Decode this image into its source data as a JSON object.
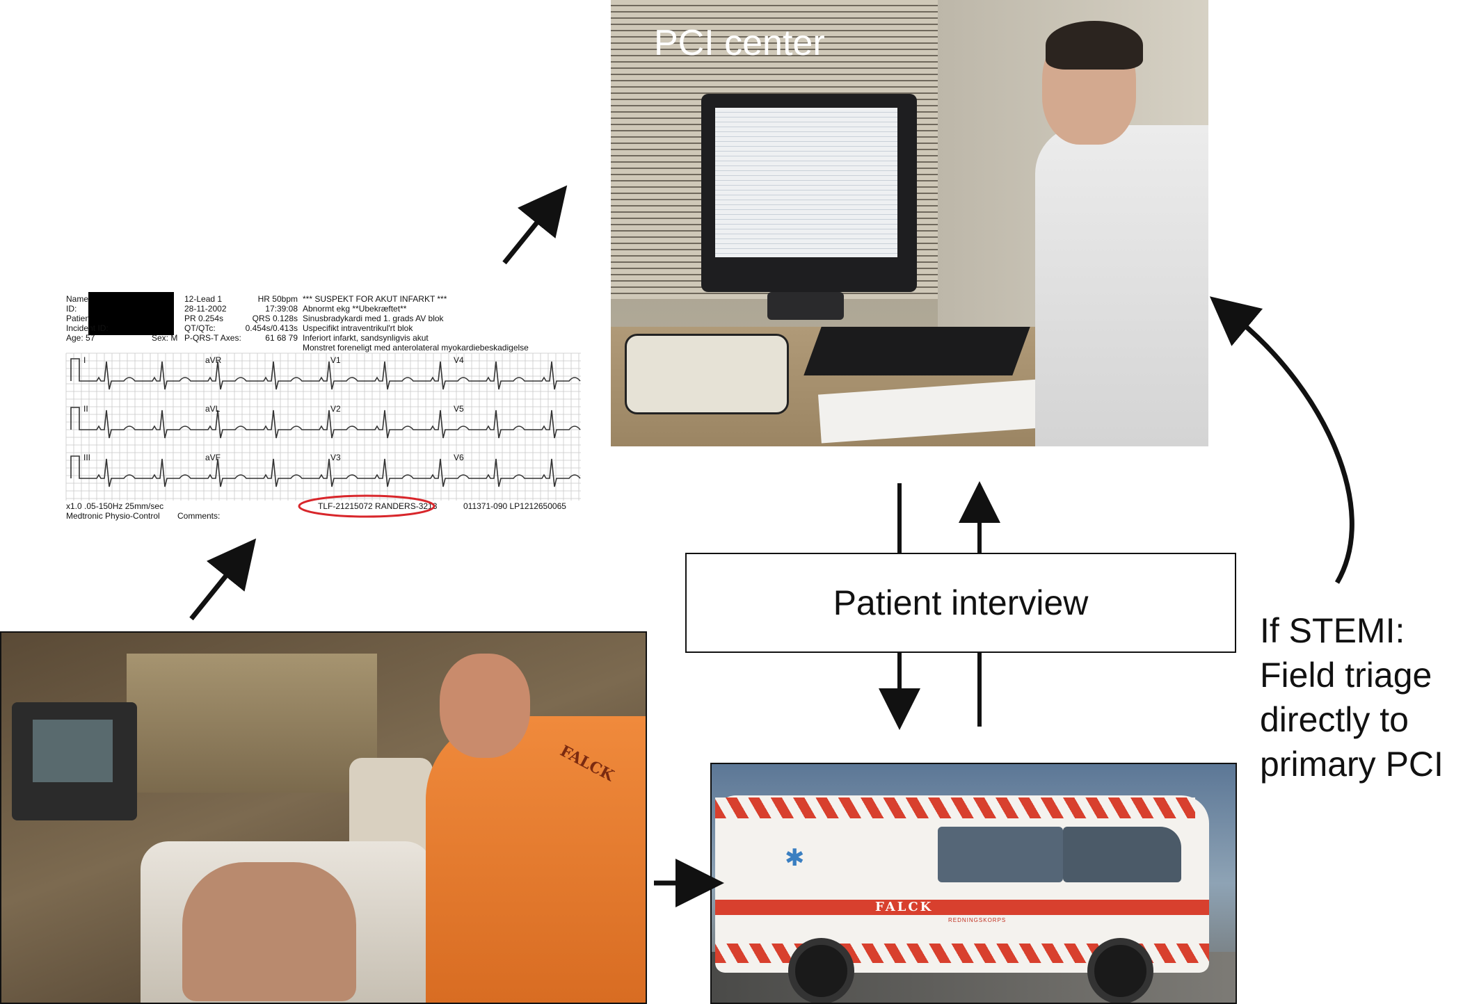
{
  "pci_center": {
    "label": "PCI center"
  },
  "ecg": {
    "header_col1": [
      "Name",
      "ID:",
      "Patien",
      "Incident ID:",
      "Age: 57"
    ],
    "sex": "Sex: M",
    "header_col2": [
      "12-Lead 1",
      "28-11-2002",
      "PR 0.254s",
      "QT/QTc:",
      "P-QRS-T Axes:"
    ],
    "header_col3": [
      "HR 50bpm",
      "17:39:08",
      "QRS 0.128s",
      "0.454s/0.413s",
      "61 68 79"
    ],
    "interpretation": [
      "*** SUSPEKT FOR AKUT INFARKT ***",
      "Abnormt ekg **Ubekræftet**",
      "Sinusbradykardi med 1. grads AV blok",
      "Uspecifikt intraventrikul'rt blok",
      "Inferiort infarkt, sandsynligvis akut",
      "Monstret foreneligt med anterolateral myokardiebeskadigelse"
    ],
    "leads": [
      "I",
      "aVR",
      "V1",
      "V4",
      "II",
      "aVL",
      "V2",
      "V5",
      "III",
      "aVF",
      "V3",
      "V6"
    ],
    "footer_left": "x1.0 .05-150Hz 25mm/sec",
    "footer_left2": "Medtronic Physio-Control",
    "footer_comments": "Comments:",
    "footer_tlf": "TLF-21215072 RANDERS-3213",
    "footer_right": "011371-090 LP1212650065"
  },
  "interview": {
    "label": "Patient interview"
  },
  "stemi_note": {
    "lines": [
      "If STEMI:",
      "Field triage",
      "directly to",
      "primary PCI"
    ]
  },
  "ambulance": {
    "brand": "FALCK",
    "sub": "REDNINGSKORPS"
  },
  "medic": {
    "brand": "FALCK"
  },
  "colors": {
    "circle": "#d8262b",
    "grid": "#c8c8c8",
    "trace": "#333333",
    "stripe": "#d8402e"
  }
}
